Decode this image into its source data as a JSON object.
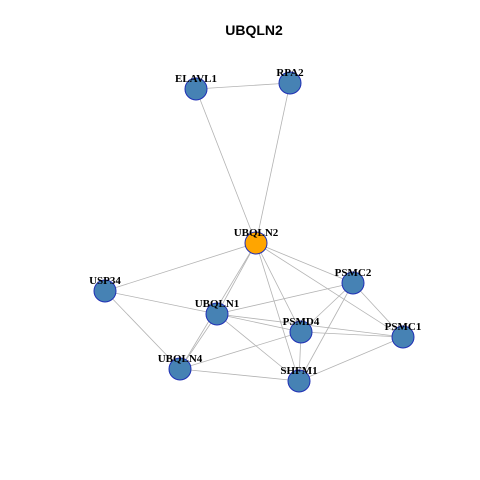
{
  "title": "UBQLN2",
  "colors": {
    "node_default": "#4682b4",
    "node_highlight": "#ffa500",
    "node_border": "#1f2fb5",
    "edge": "#b3b3b3"
  },
  "nodes": [
    {
      "id": "ELAVL1",
      "label": "ELAVL1",
      "highlight": false
    },
    {
      "id": "RPA2",
      "label": "RPA2",
      "highlight": false
    },
    {
      "id": "UBQLN2",
      "label": "UBQLN2",
      "highlight": true
    },
    {
      "id": "USP34",
      "label": "USP34",
      "highlight": false
    },
    {
      "id": "PSMC2",
      "label": "PSMC2",
      "highlight": false
    },
    {
      "id": "UBQLN1",
      "label": "UBQLN1",
      "highlight": false
    },
    {
      "id": "PSMD4",
      "label": "PSMD4",
      "highlight": false
    },
    {
      "id": "PSMC1",
      "label": "PSMC1",
      "highlight": false
    },
    {
      "id": "UBQLN4",
      "label": "UBQLN4",
      "highlight": false
    },
    {
      "id": "SHFM1",
      "label": "SHFM1",
      "highlight": false
    }
  ],
  "edges": [
    [
      "ELAVL1",
      "RPA2"
    ],
    [
      "ELAVL1",
      "UBQLN2"
    ],
    [
      "RPA2",
      "UBQLN2"
    ],
    [
      "UBQLN2",
      "USP34"
    ],
    [
      "UBQLN2",
      "PSMC2"
    ],
    [
      "UBQLN2",
      "UBQLN1"
    ],
    [
      "UBQLN2",
      "PSMD4"
    ],
    [
      "UBQLN2",
      "PSMC1"
    ],
    [
      "UBQLN2",
      "UBQLN4"
    ],
    [
      "UBQLN2",
      "SHFM1"
    ],
    [
      "USP34",
      "UBQLN1"
    ],
    [
      "USP34",
      "UBQLN4"
    ],
    [
      "UBQLN1",
      "PSMC2"
    ],
    [
      "UBQLN1",
      "PSMD4"
    ],
    [
      "UBQLN1",
      "UBQLN4"
    ],
    [
      "UBQLN1",
      "SHFM1"
    ],
    [
      "UBQLN1",
      "PSMC1"
    ],
    [
      "PSMC2",
      "PSMD4"
    ],
    [
      "PSMC2",
      "PSMC1"
    ],
    [
      "PSMC2",
      "SHFM1"
    ],
    [
      "PSMD4",
      "PSMC1"
    ],
    [
      "PSMD4",
      "SHFM1"
    ],
    [
      "PSMD4",
      "UBQLN4"
    ],
    [
      "PSMC1",
      "SHFM1"
    ],
    [
      "UBQLN4",
      "SHFM1"
    ]
  ]
}
